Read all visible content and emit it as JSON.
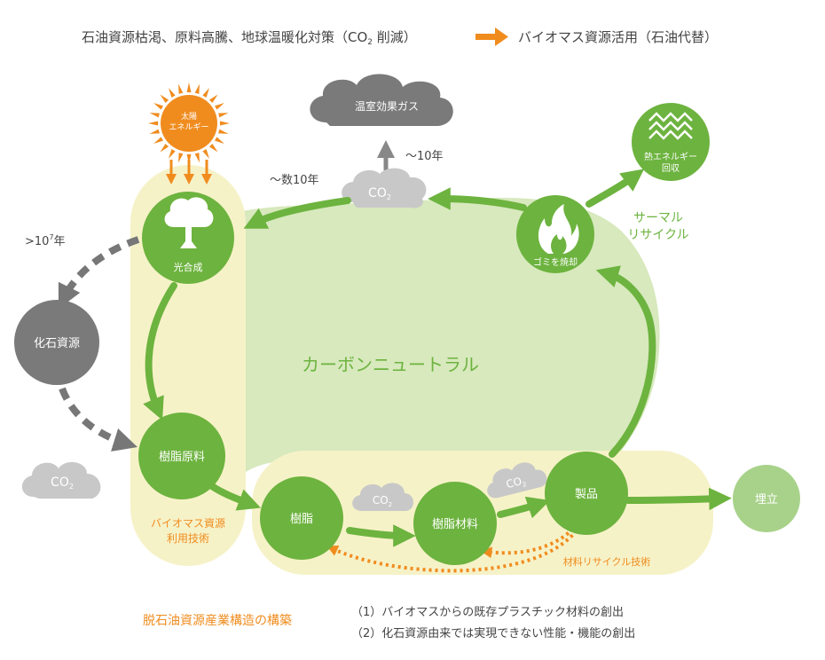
{
  "header": {
    "left_text": "石油資源枯渇、原料高騰、地球温暖化対策（CO",
    "left_sub": "2",
    "left_end": " 削減）",
    "right_text": "バイオマス資源活用（石油代替）"
  },
  "sun": {
    "line1": "太陽",
    "line2": "エネルギー"
  },
  "cloud_top": {
    "label": "温室効果ガス"
  },
  "co2": {
    "label": "CO",
    "sub": "2"
  },
  "time": {
    "ten_years": "～10年",
    "decades": "～数10年",
    "million": ">10",
    "million_sup": "7",
    "million_unit": "年"
  },
  "nodes": {
    "photosynthesis": "光合成",
    "fossil": "化石資源",
    "resin_raw": "樹脂原料",
    "resin": "樹脂",
    "resin_material": "樹脂材料",
    "product": "製品",
    "landfill": "埋立",
    "incineration": "ゴミを焼却",
    "heat_recovery_1": "熱エネルギー",
    "heat_recovery_2": "回収"
  },
  "labels": {
    "carbon_neutral": "カーボンニュートラル",
    "thermal_1": "サーマル",
    "thermal_2": "リサイクル",
    "biomass_1": "バイオマス資源",
    "biomass_2": "利用技術",
    "material_recycle": "材料リサイクル技術"
  },
  "footer": {
    "title": "脱石油資源産業構造の構築",
    "item1": "（1）バイオマスからの既存プラスチック材料の創出",
    "item2": "（2）化石資源由来では実現できない性能・機能の創出"
  },
  "colors": {
    "green": "#6db33f",
    "light_green": "#d7e9bd",
    "cream": "#f6f2c8",
    "orange": "#f08c1e",
    "gray_dark": "#7a7a7a",
    "gray_light": "#c8c8c8",
    "landfill": "#a8d28a"
  }
}
